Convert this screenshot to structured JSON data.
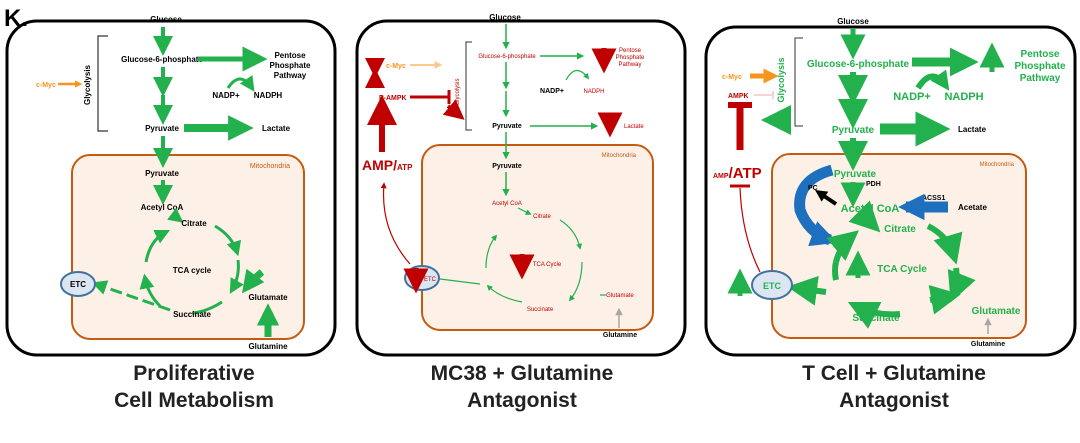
{
  "figure": {
    "label": "K."
  },
  "panels": [
    {
      "caption": [
        "Proliferative",
        "Cell Metabolism"
      ],
      "texts": {
        "glucose": "Glucose",
        "g6p": "Glucose-6-phosphate",
        "ppp": [
          "Pentose",
          "Phosphate",
          "Pathway"
        ],
        "cmyc": "c-Myc",
        "glycolysis": "Glycolysis",
        "nadp": "NADP+",
        "nadph": "NADPH",
        "pyruvate": "Pyruvate",
        "lactate": "Lactate",
        "mito": "Mitochondria",
        "pyruvate_mito": "Pyruvate",
        "acetyl": "Acetyl CoA",
        "citrate": "Citrate",
        "tca": "TCA cycle",
        "etc": "ETC",
        "succinate": "Succinate",
        "glutamate": "Glutamate",
        "glutamine": "Glutamine"
      }
    },
    {
      "caption": [
        "MC38 + Glutamine",
        "Antagonist"
      ],
      "texts": {
        "glucose": "Glucose",
        "cmyc": "c-Myc",
        "g6p": "Glucose-6-phosphate",
        "ppp": [
          "Pentose",
          "Phosphate",
          "Pathway"
        ],
        "pampk": "P-AMPK",
        "glycolysis": "Glycolysis",
        "nadp": "NADP+",
        "nadph": "NADPH",
        "pyruvate": "Pyruvate",
        "lactate": "Lactate",
        "amp": "AMP/",
        "atp": "ATP",
        "mito": "Mitochondria",
        "pyruvate_mito": "Pyruvate",
        "acetyl": "Acetyl CoA",
        "citrate": "Citrate",
        "tca": "TCA Cycle",
        "etc": "ETC",
        "succinate": "Succinate",
        "glutamate": "Glutamate",
        "glutamine": "Glutamine"
      }
    },
    {
      "caption": [
        "T Cell + Glutamine",
        "Antagonist"
      ],
      "texts": {
        "glucose": "Glucose",
        "cmyc": "c-Myc",
        "ampk": "AMPK",
        "glycolysis": "Glycolysis",
        "g6p": "Glucose-6-phosphate",
        "ppp": [
          "Pentose",
          "Phosphate",
          "Pathway"
        ],
        "nadp": "NADP+",
        "nadph": "NADPH",
        "pyruvate": "Pyruvate",
        "lactate": "Lactate",
        "amp": "AMP",
        "atp": "/ATP",
        "mito": "Mitochondria",
        "pyruvate_mito": "Pyruvate",
        "pdh": "PDH",
        "pc": "PC",
        "acss1": "ACSS1",
        "acetate": "Acetate",
        "acetyl": "Acetyl CoA",
        "citrate": "Citrate",
        "tca": "TCA Cycle",
        "etc": "ETC",
        "succinate": "Succinate",
        "glutamate": "Glutamate",
        "glutamine": "Glutamine"
      }
    }
  ],
  "colors": {
    "green": "#22b14c",
    "red": "#c00000",
    "orange": "#f7941d",
    "light_orange": "#f9c98d",
    "blue": "#1f6fbf",
    "mito_border": "#c55a11",
    "mito_fill": "#fdf1e7",
    "etc_fill": "#dce6f2",
    "etc_border": "#41719c",
    "grey": "#a6a6a6"
  }
}
